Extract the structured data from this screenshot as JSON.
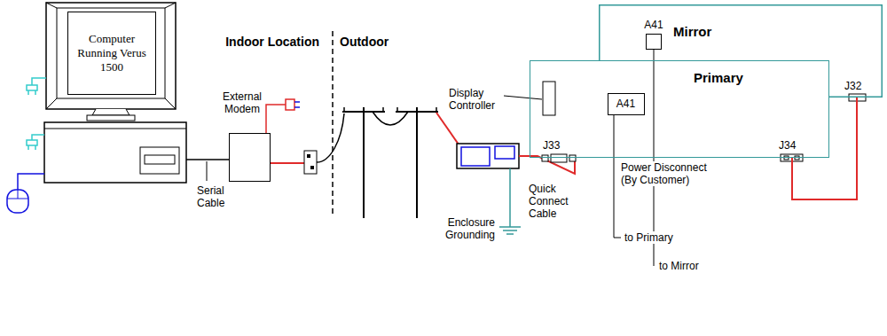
{
  "diagram": {
    "nodes": [
      {
        "text": [
          "Computer Running Verus 1500"
        ]
      },
      {
        "text": [
          "External Modem"
        ]
      },
      {
        "text": [
          "Mirror"
        ]
      },
      {
        "text": [
          "A41"
        ],
        "in": 2
      },
      {
        "text": [
          "Primary"
        ]
      },
      {
        "text": [
          "A41"
        ],
        "in": 4
      }
    ],
    "edges": [
      {
        "from": 4,
        "to": 2,
        "arrow": "none"
      }
    ],
    "labels": [
      "Indoor Location",
      "Outdoor",
      "J32",
      "Display Controller",
      "J34",
      "J33",
      "Power Disconnect (By Customer)",
      "Serial Cable",
      "Quick Connect Cable",
      "Enclosure Grounding",
      "to Primary",
      "to Mirror"
    ]
  }
}
